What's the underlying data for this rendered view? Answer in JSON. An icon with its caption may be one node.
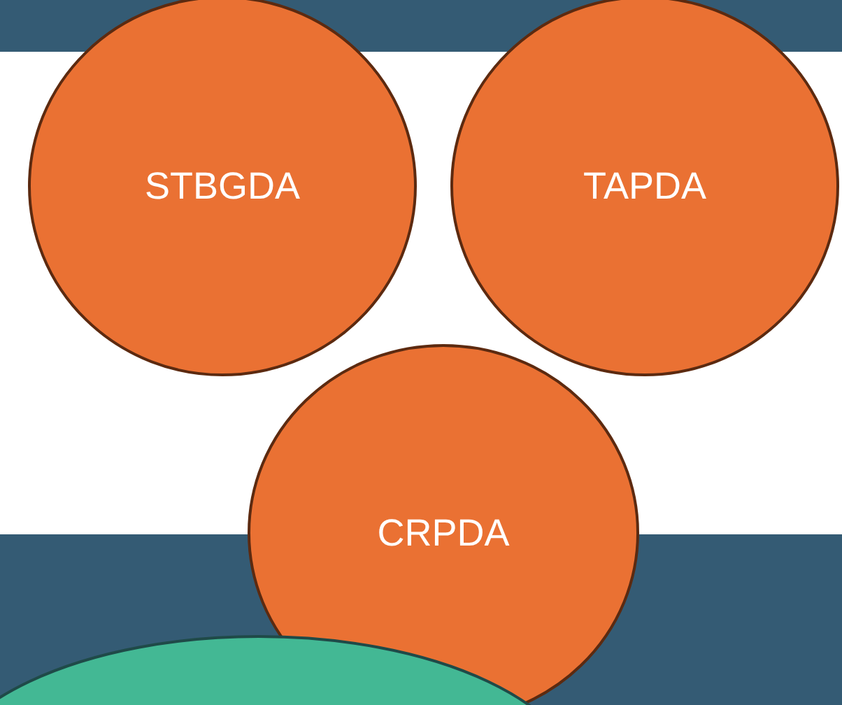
{
  "diagram": {
    "nodes": [
      {
        "text": [
          "STBGDA"
        ]
      },
      {
        "text": [
          "TAPDA"
        ]
      },
      {
        "text": [
          "CRPDA"
        ]
      }
    ]
  }
}
